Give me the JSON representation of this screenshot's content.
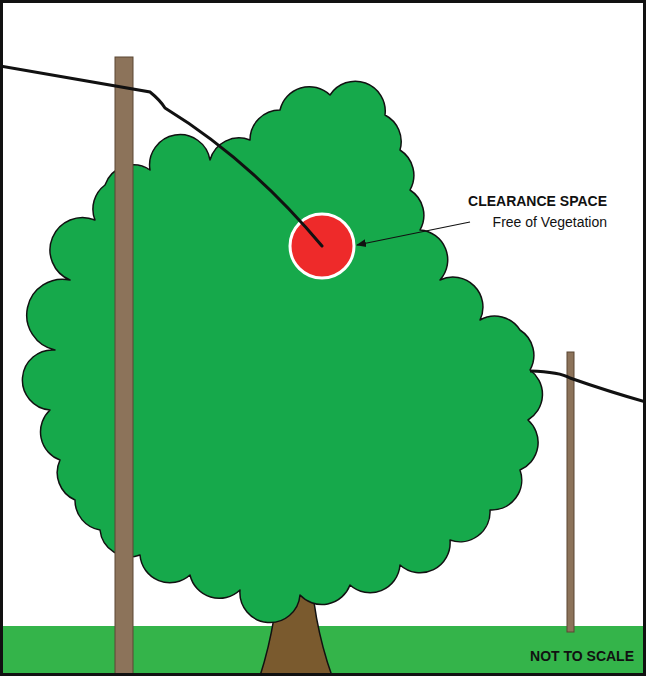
{
  "diagram": {
    "labels": [
      "CLEARANCE SPACE",
      "Free of Vegetation",
      "NOT TO SCALE"
    ]
  }
}
